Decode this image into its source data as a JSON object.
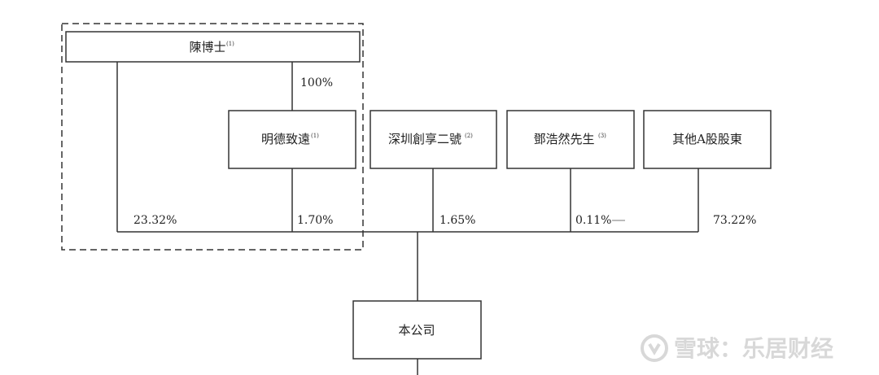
{
  "entities": {
    "chen": {
      "name": "陳博士",
      "note": "(1)"
    },
    "mingde": {
      "name": "明德致遠",
      "note": "(1)"
    },
    "shenzhen": {
      "name": "深圳創享二號",
      "note": "(2)"
    },
    "deng": {
      "name": "鄧浩然先生",
      "note": "(3)"
    },
    "others": {
      "name": "其他A股股東",
      "note": ""
    },
    "company": {
      "name": "本公司",
      "note": ""
    }
  },
  "percentages": {
    "chen_to_mingde": "100%",
    "chen": "23.32%",
    "mingde": "1.70%",
    "shenzhen": "1.65%",
    "deng": "0.11%",
    "others": "73.22%"
  },
  "watermark": {
    "text": "雪球：乐居财经"
  }
}
